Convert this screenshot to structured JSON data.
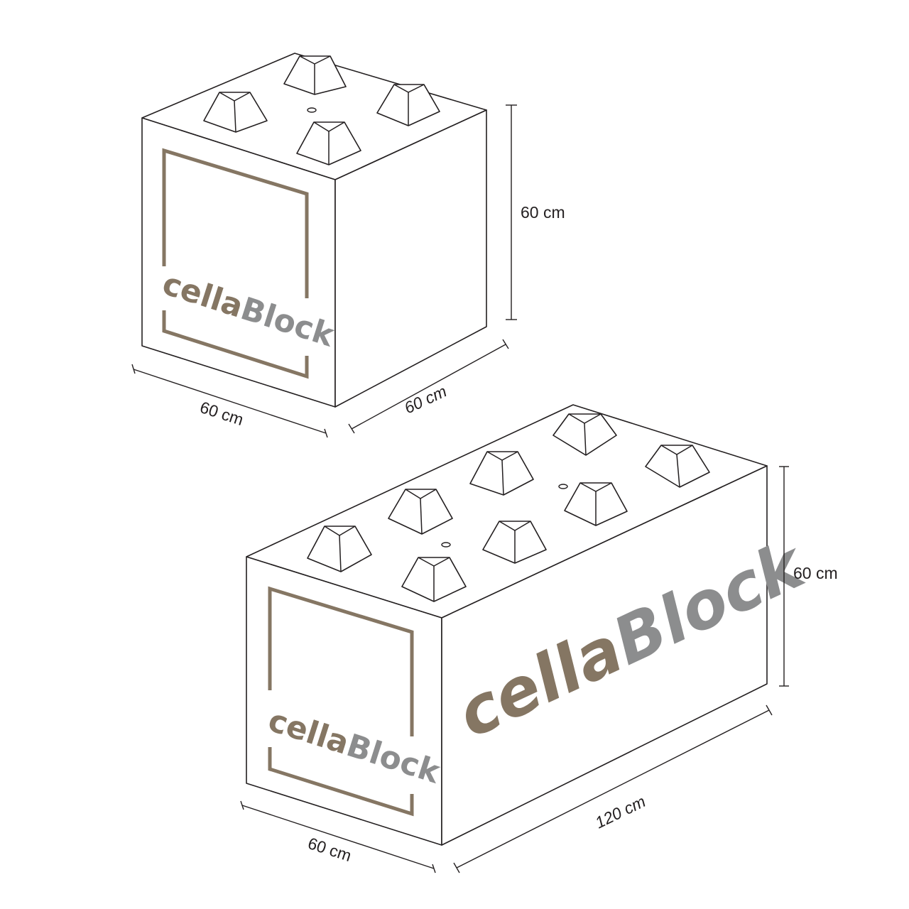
{
  "colors": {
    "outline": "#231f20",
    "frame": "#857663",
    "logo_part1": "#857663",
    "logo_part2": "#8c8d8e",
    "background": "#ffffff"
  },
  "small_block": {
    "logo": {
      "part1": "cella",
      "part2": "Block"
    },
    "dim_height": "60 cm",
    "dim_width": "60 cm",
    "dim_depth": "60 cm"
  },
  "large_block": {
    "logo_front": {
      "part1": "cella",
      "part2": "Block"
    },
    "logo_side": {
      "part1": "cella",
      "part2": "Block"
    },
    "dim_height": "60 cm",
    "dim_width": "60 cm",
    "dim_length": "120 cm"
  }
}
